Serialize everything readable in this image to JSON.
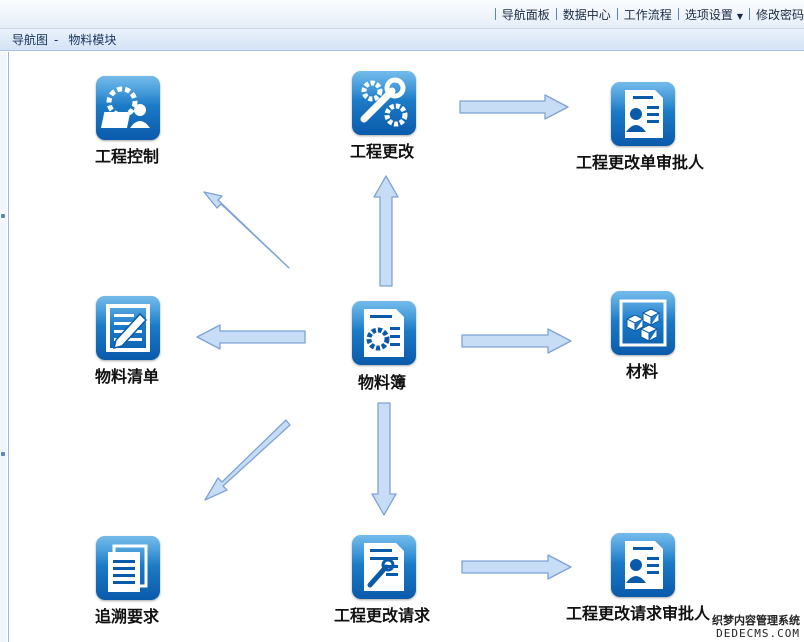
{
  "topnav": {
    "items": [
      "导航面板",
      "数据中心",
      "工作流程",
      "选项设置",
      "修改密码"
    ]
  },
  "breadcrumb": {
    "root": "导航图",
    "separator": "-",
    "current": "物料模块"
  },
  "nodes": {
    "engineering_control": "工程控制",
    "engineering_change": "工程更改",
    "change_approver": "工程更改单审批人",
    "bom": "物料清单",
    "material_book": "物料簿",
    "material": "材料",
    "trace_requirement": "追溯要求",
    "change_request": "工程更改请求",
    "change_request_approver": "工程更改请求审批人"
  },
  "watermark": {
    "line1": "织梦内容管理系统",
    "line2": "DEDECMS.COM"
  },
  "colors": {
    "icon_top": "#2a97e0",
    "icon_bottom": "#0a5aaa",
    "arrow_fill": "#c7dcf5",
    "arrow_stroke": "#7ea3d3"
  }
}
